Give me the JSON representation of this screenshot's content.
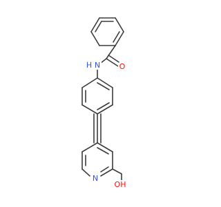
{
  "molecule": {
    "atom_labels": {
      "nh": "N",
      "h_on_n": "H",
      "carbonyl_o": "O",
      "pyridine_n": "N",
      "hydroxyl": "OH"
    },
    "colors": {
      "bond": "#3b3b3b",
      "carbon_text": "#3b3b3b",
      "nitrogen": "#3050F8",
      "oxygen": "#FF0D0D"
    }
  }
}
